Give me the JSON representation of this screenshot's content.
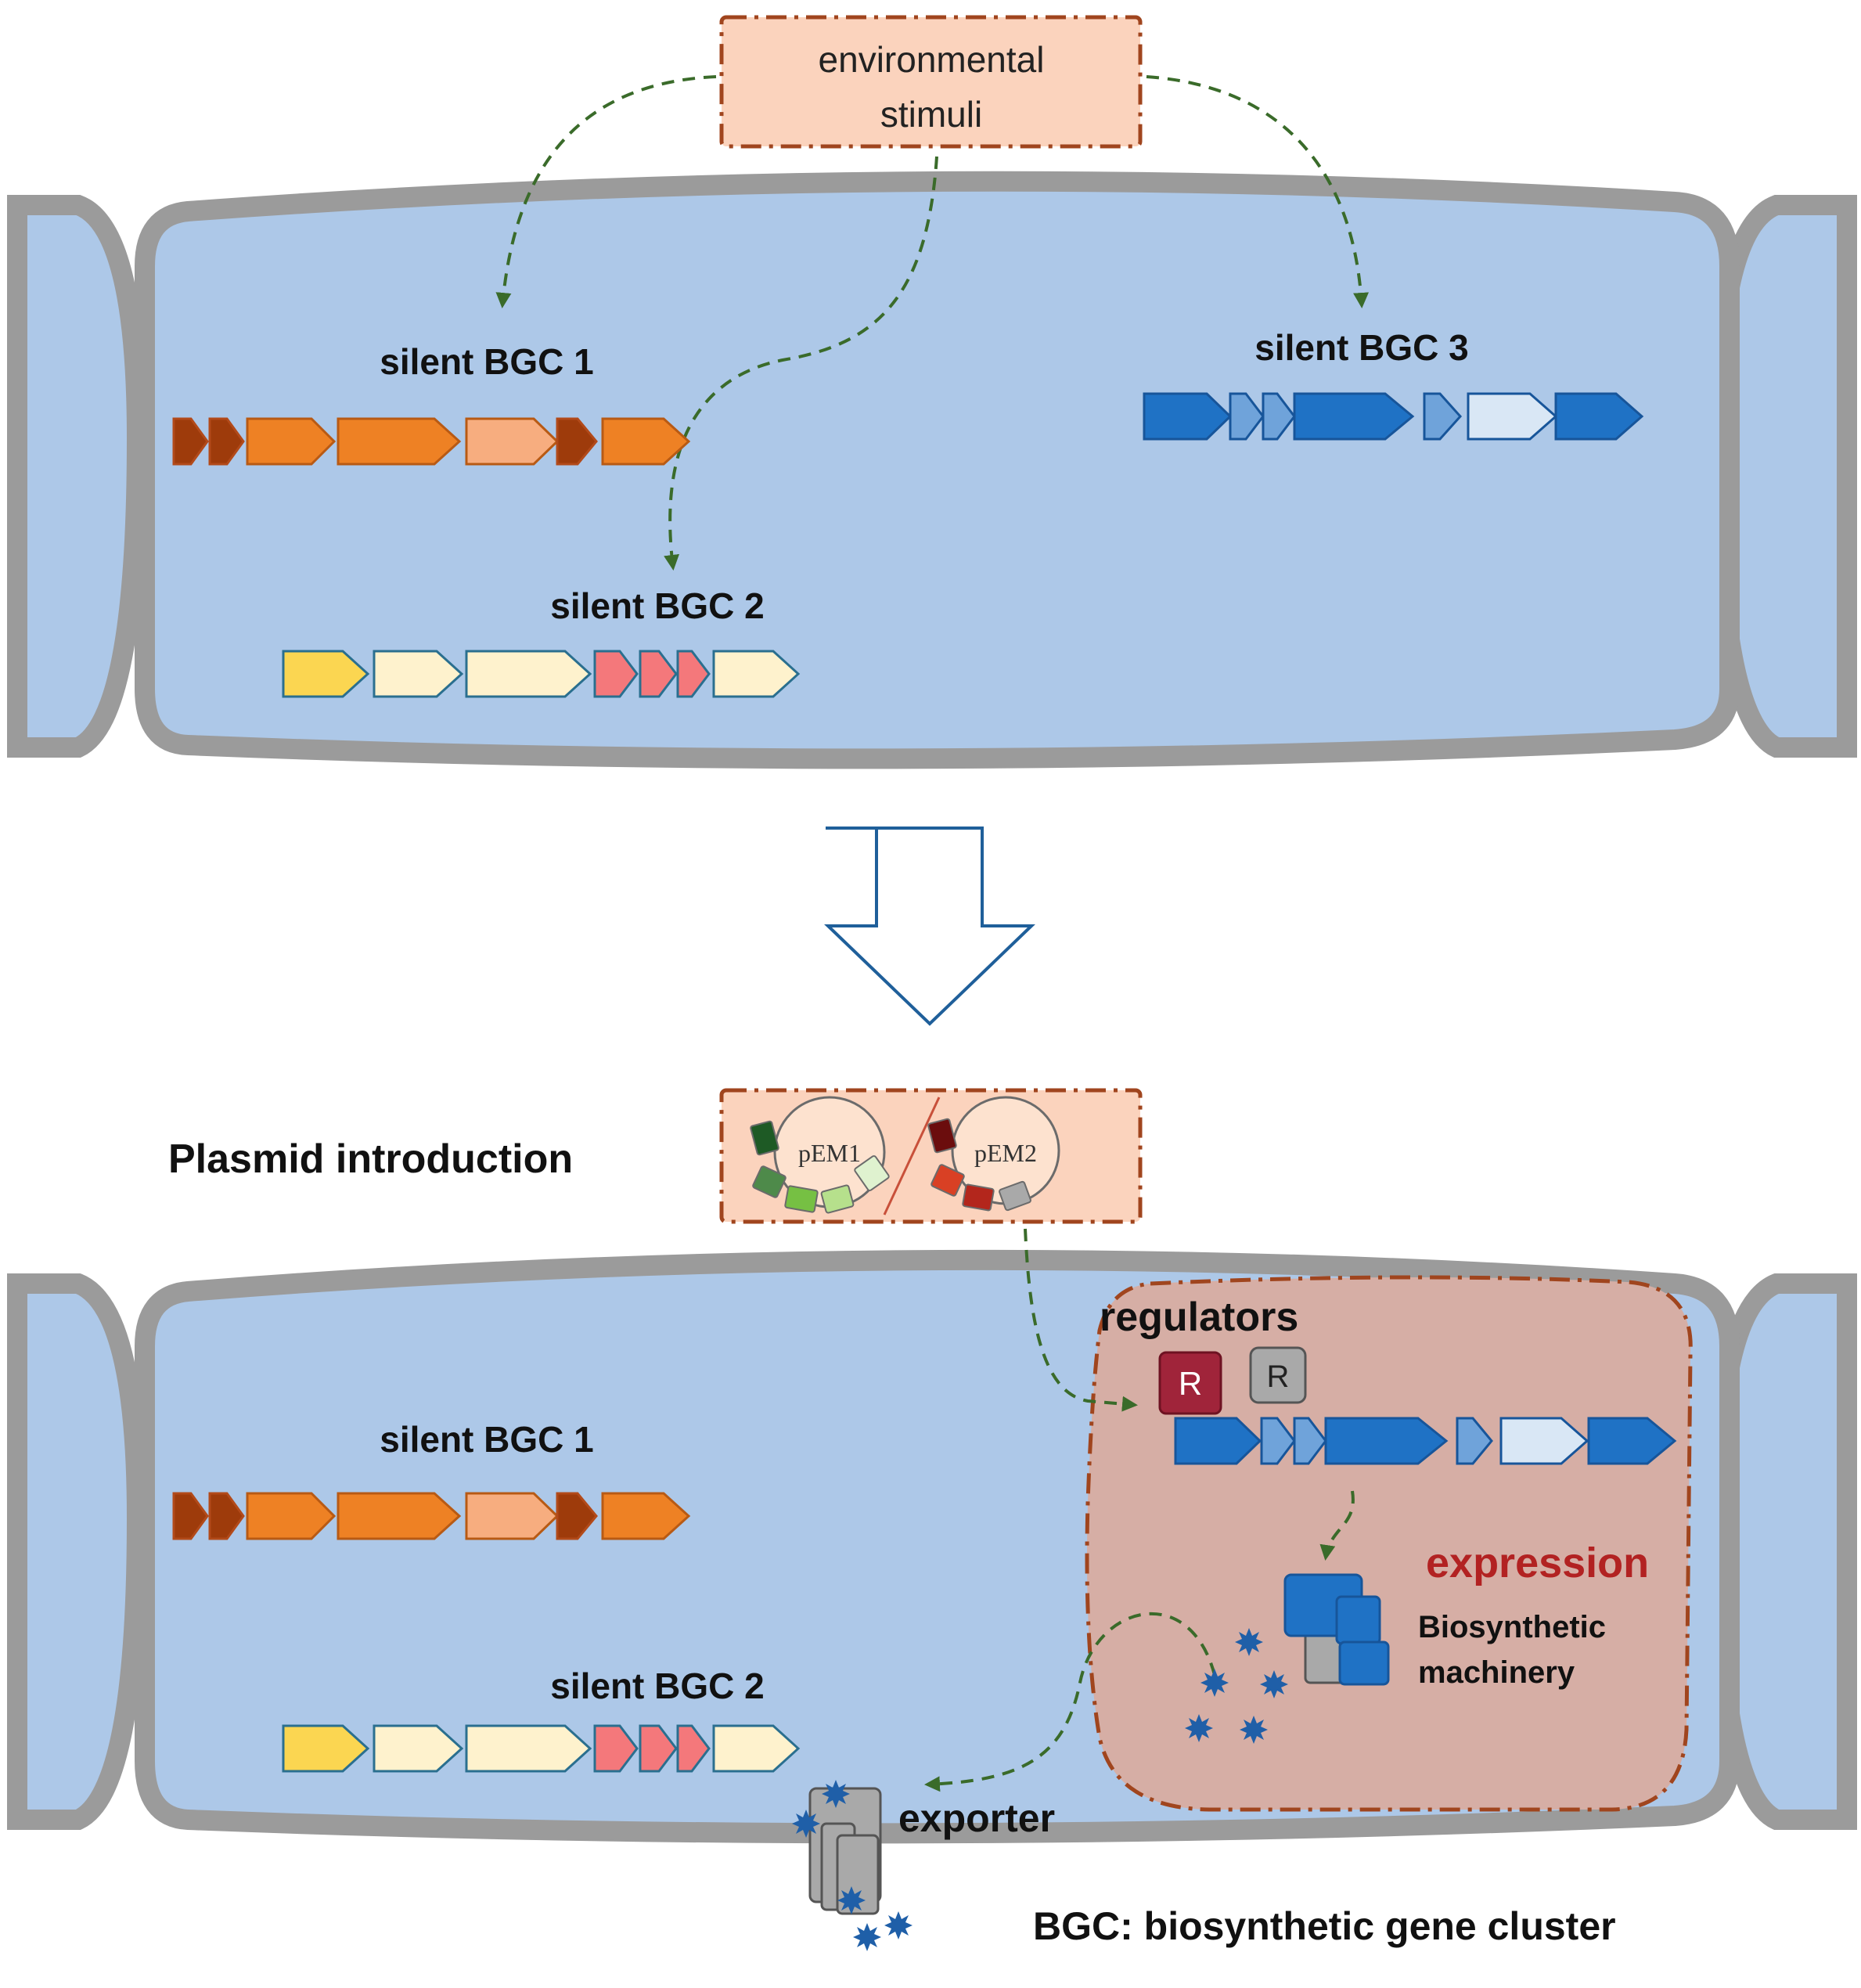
{
  "top_panel": {
    "stimuli_label_line1": "environmental",
    "stimuli_label_line2": "stimuli",
    "bgc1_label": "silent BGC 1",
    "bgc2_label": "silent BGC 2",
    "bgc3_label": "silent BGC 3"
  },
  "bottom_panel": {
    "plasmid_intro_label": "Plasmid introduction",
    "plasmid1_label": "pEM1",
    "plasmid2_label": "pEM2",
    "regulators_label": "regulators",
    "regulator_letter": "R",
    "bgc1_label": "silent BGC 1",
    "bgc2_label": "silent BGC 2",
    "expression_label": "expression",
    "machinery_line1": "Biosynthetic",
    "machinery_line2": "machinery",
    "exporter_label": "exporter",
    "footnote": "BGC: biosynthetic gene cluster"
  },
  "colors": {
    "cytoplasm": "#adc8e8",
    "membrane": "#9b9b9b",
    "stimuli_box": "#fbd3bd",
    "expression_region": "#d6aea5",
    "box_border": "#a0451e",
    "dashed_arrow": "#3a6b2a",
    "expression_text": "#b22222",
    "bgc1_dark": "#9e3b0b",
    "bgc1_mid": "#ee8124",
    "bgc1_light": "#f7ad7f",
    "bgc2_yellow": "#fbd651",
    "bgc2_cream": "#fef2cd",
    "bgc2_pink": "#f4787b",
    "bgc3_dark": "#1f72c5",
    "bgc3_light": "#6fa3da",
    "bgc3_pale": "#d9e7f5",
    "regulator_red": "#a0243a",
    "regulator_gray": "#a9a9a9",
    "molecule": "#1f5fa8"
  },
  "icons": [
    "dashed-curved-arrow",
    "hollow-down-arrow",
    "plasmid-ring",
    "regulator-box",
    "enzyme-block",
    "star-molecule",
    "exporter-channel"
  ]
}
